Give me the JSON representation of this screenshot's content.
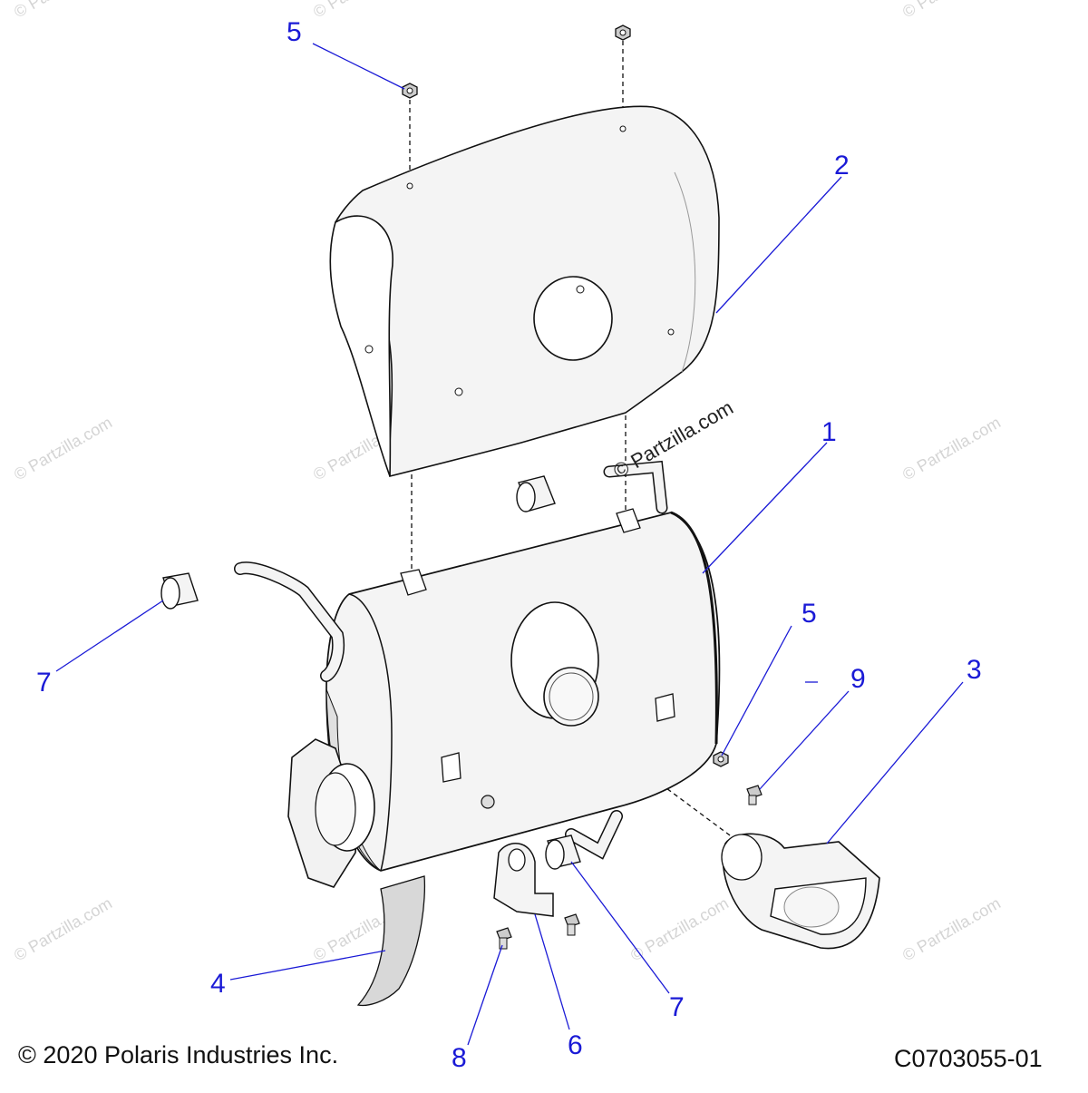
{
  "diagram": {
    "copyright": "© 2020 Polaris Industries Inc.",
    "part_number": "C0703055-01",
    "watermark": "© Partzilla.com",
    "callouts": {
      "c1": "1",
      "c2": "2",
      "c3": "3",
      "c4": "4",
      "c5_top": "5",
      "c5_right": "5",
      "c6": "6",
      "c7_left": "7",
      "c7_bottom": "7",
      "c8": "8",
      "c9": "9"
    }
  },
  "colors": {
    "callout_text": "#1a1ad6",
    "leader_line": "#1a1ad6",
    "outline": "#111111",
    "part_fill": "#f4f4f4",
    "watermark": "#d4d4d4"
  }
}
